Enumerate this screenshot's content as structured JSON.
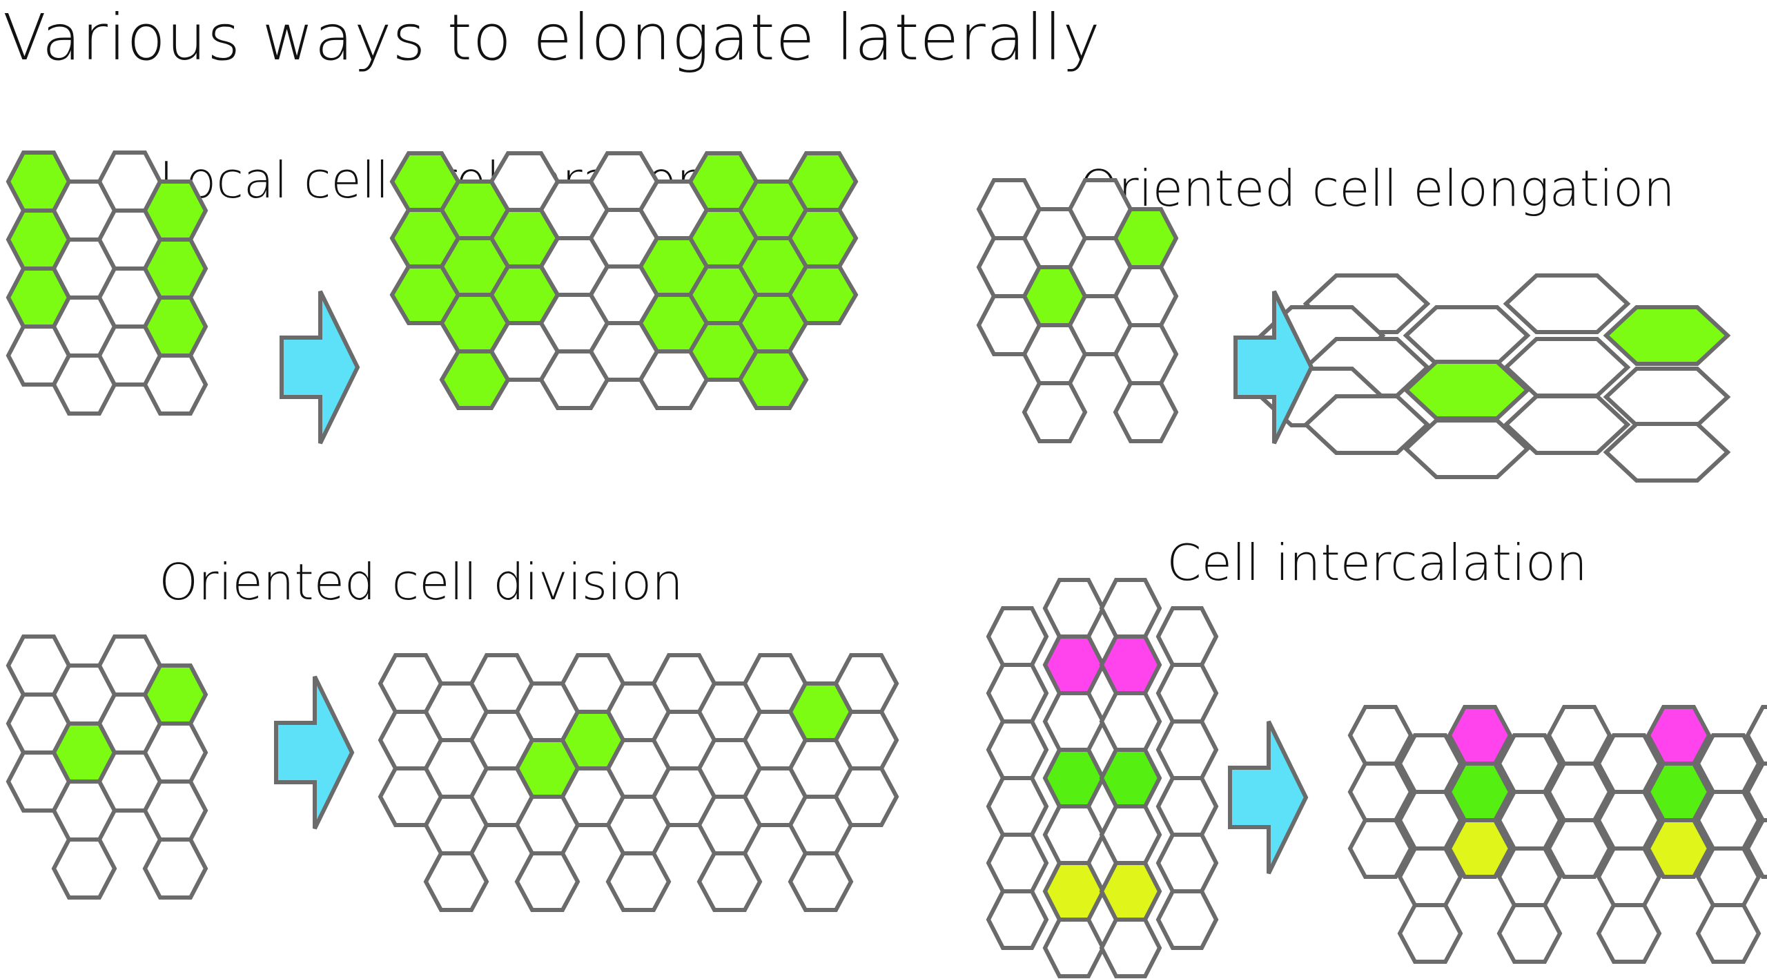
{
  "title": "Various ways to elongate laterally",
  "colors": {
    "cell_stroke": "#6b6b6b",
    "cell_empty": "#ffffff",
    "green": "#7cfc12",
    "bright_green": "#55f011",
    "magenta": "#ff44ee",
    "yellow": "#e0f51a",
    "arrow": "#5ce1f8"
  },
  "panels": [
    {
      "id": "local-cell-proliferation",
      "label": "Local cell proliferation"
    },
    {
      "id": "oriented-cell-elongation",
      "label": "Oriented cell elongation"
    },
    {
      "id": "oriented-cell-division",
      "label": "Oriented cell division"
    },
    {
      "id": "cell-intercalation",
      "label": "Cell intercalation"
    }
  ]
}
